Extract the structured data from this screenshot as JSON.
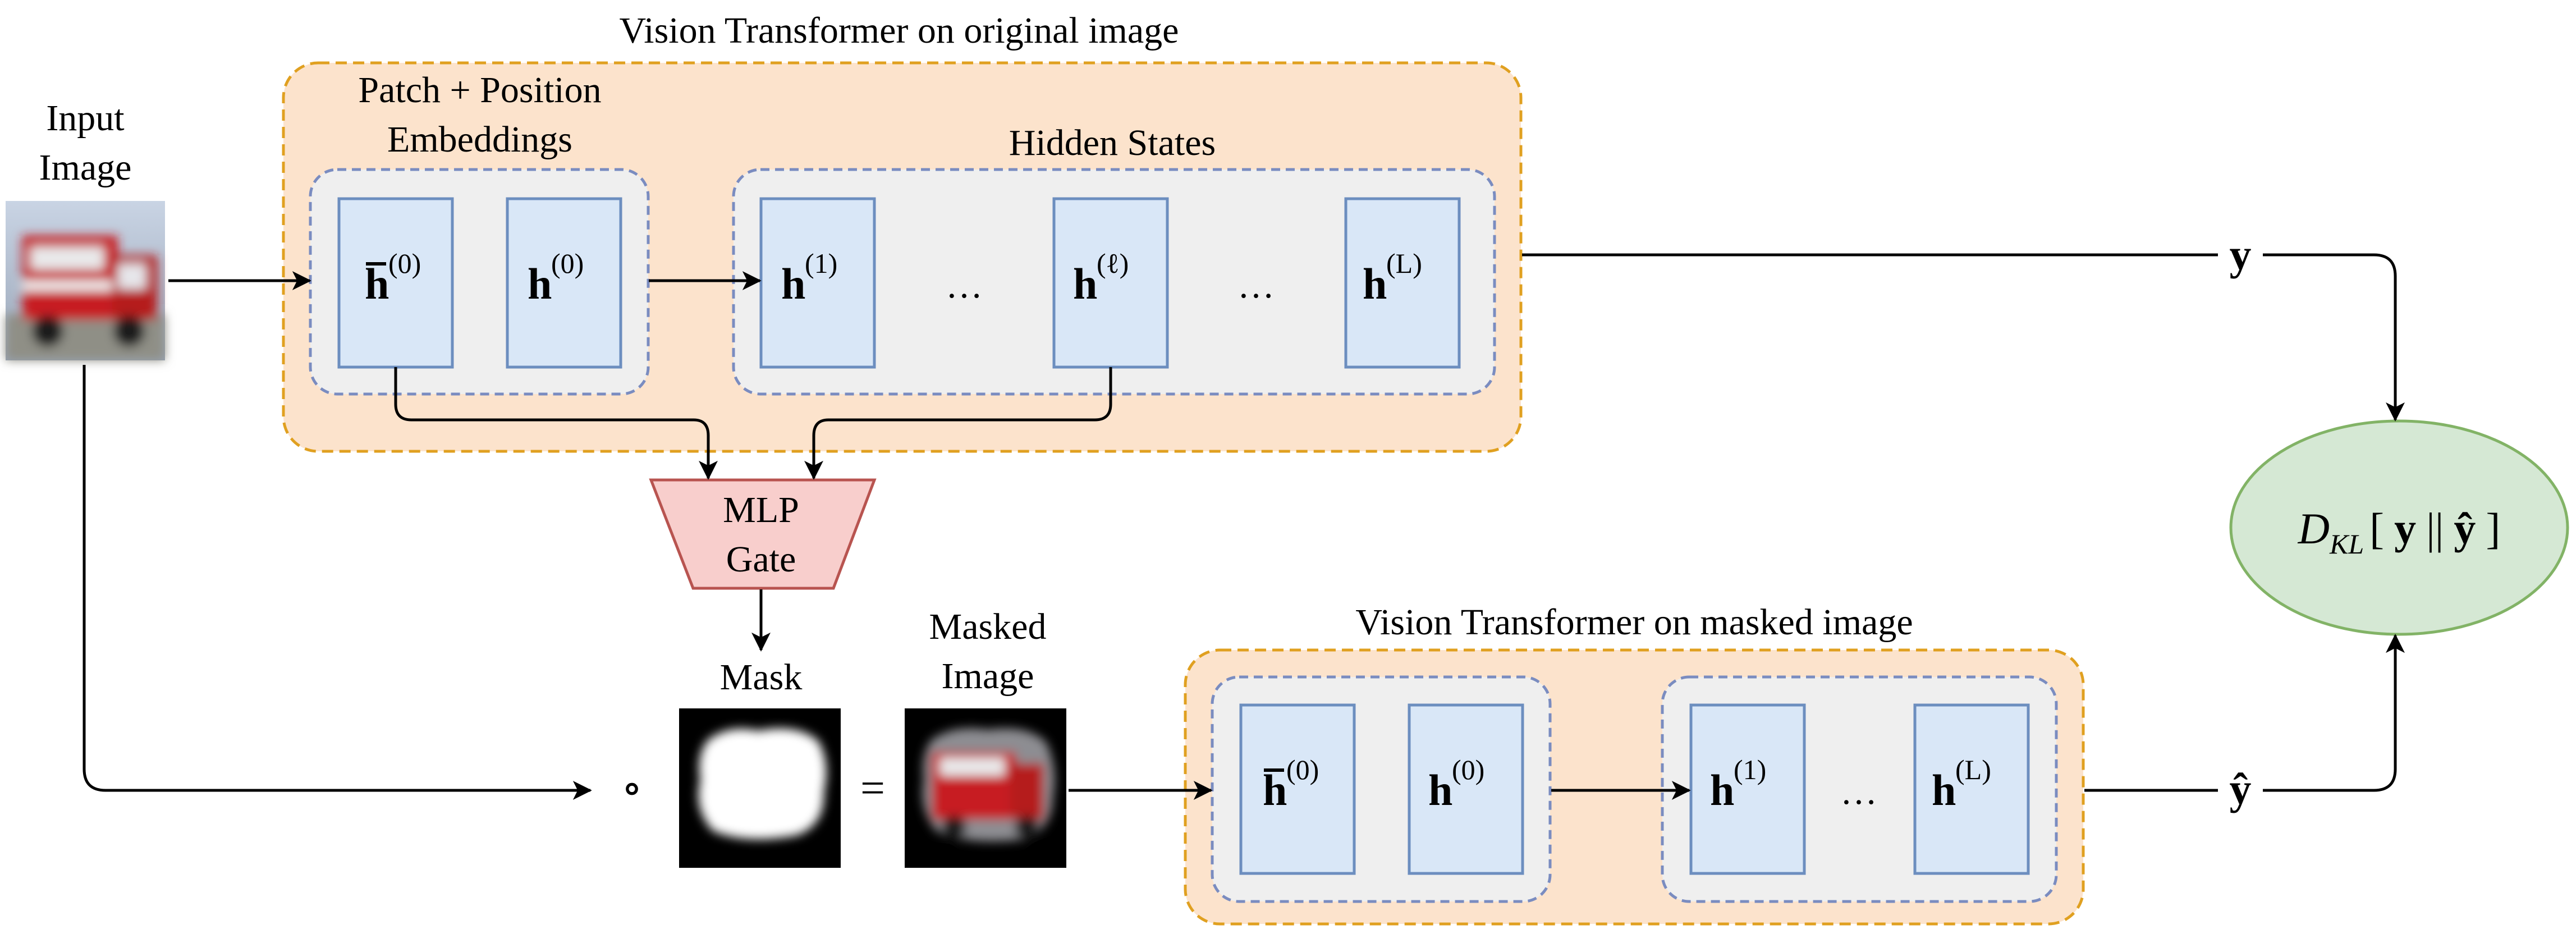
{
  "input_image": {
    "label_line1": "Input",
    "label_line2": "Image"
  },
  "vit_original": {
    "title": "Vision Transformer on original image",
    "embeddings_label_line1": "Patch + Position",
    "embeddings_label_line2": "Embeddings",
    "hidden_label": "Hidden States",
    "tokens": [
      {
        "base": "h",
        "bar": true,
        "sup": "(0)"
      },
      {
        "base": "h",
        "bar": false,
        "sup": "(0)"
      },
      {
        "base": "h",
        "bar": false,
        "sup": "(1)"
      },
      {
        "base": "…",
        "ellipsis": true
      },
      {
        "base": "h",
        "bar": false,
        "sup": "(ℓ)"
      },
      {
        "base": "…",
        "ellipsis": true
      },
      {
        "base": "h",
        "bar": false,
        "sup": "(L)"
      }
    ]
  },
  "mlp_gate": {
    "line1": "MLP",
    "line2": "Gate"
  },
  "mask": {
    "label": "Mask"
  },
  "masked_image": {
    "label_line1": "Masked",
    "label_line2": "Image"
  },
  "operators": {
    "hadamard": "∘",
    "equals": "="
  },
  "vit_masked": {
    "title": "Vision Transformer on masked image",
    "tokens": [
      {
        "base": "h",
        "bar": true,
        "sup": "(0)"
      },
      {
        "base": "h",
        "bar": false,
        "sup": "(0)"
      },
      {
        "base": "h",
        "bar": false,
        "sup": "(1)"
      },
      {
        "base": "…",
        "ellipsis": true
      },
      {
        "base": "h",
        "bar": false,
        "sup": "(L)"
      }
    ]
  },
  "outputs": {
    "y": "y",
    "y_hat": "ŷ"
  },
  "kl": {
    "D": "D",
    "sub": "KL",
    "lb": "[",
    "y": "y",
    "bars": "||",
    "y_hat": "ŷ",
    "rb": "]"
  },
  "colors": {
    "orange_fill": "#fce3cc",
    "orange_stroke": "#e0a020",
    "gray_fill": "#efefef",
    "blue_dash": "#7a8cc0",
    "blue_fill": "#d9e7f7",
    "blue_stroke": "#6c8ebf",
    "red_fill": "#f8cecc",
    "red_stroke": "#b85450",
    "green_fill": "#d5e8d4",
    "green_stroke": "#82b366"
  }
}
